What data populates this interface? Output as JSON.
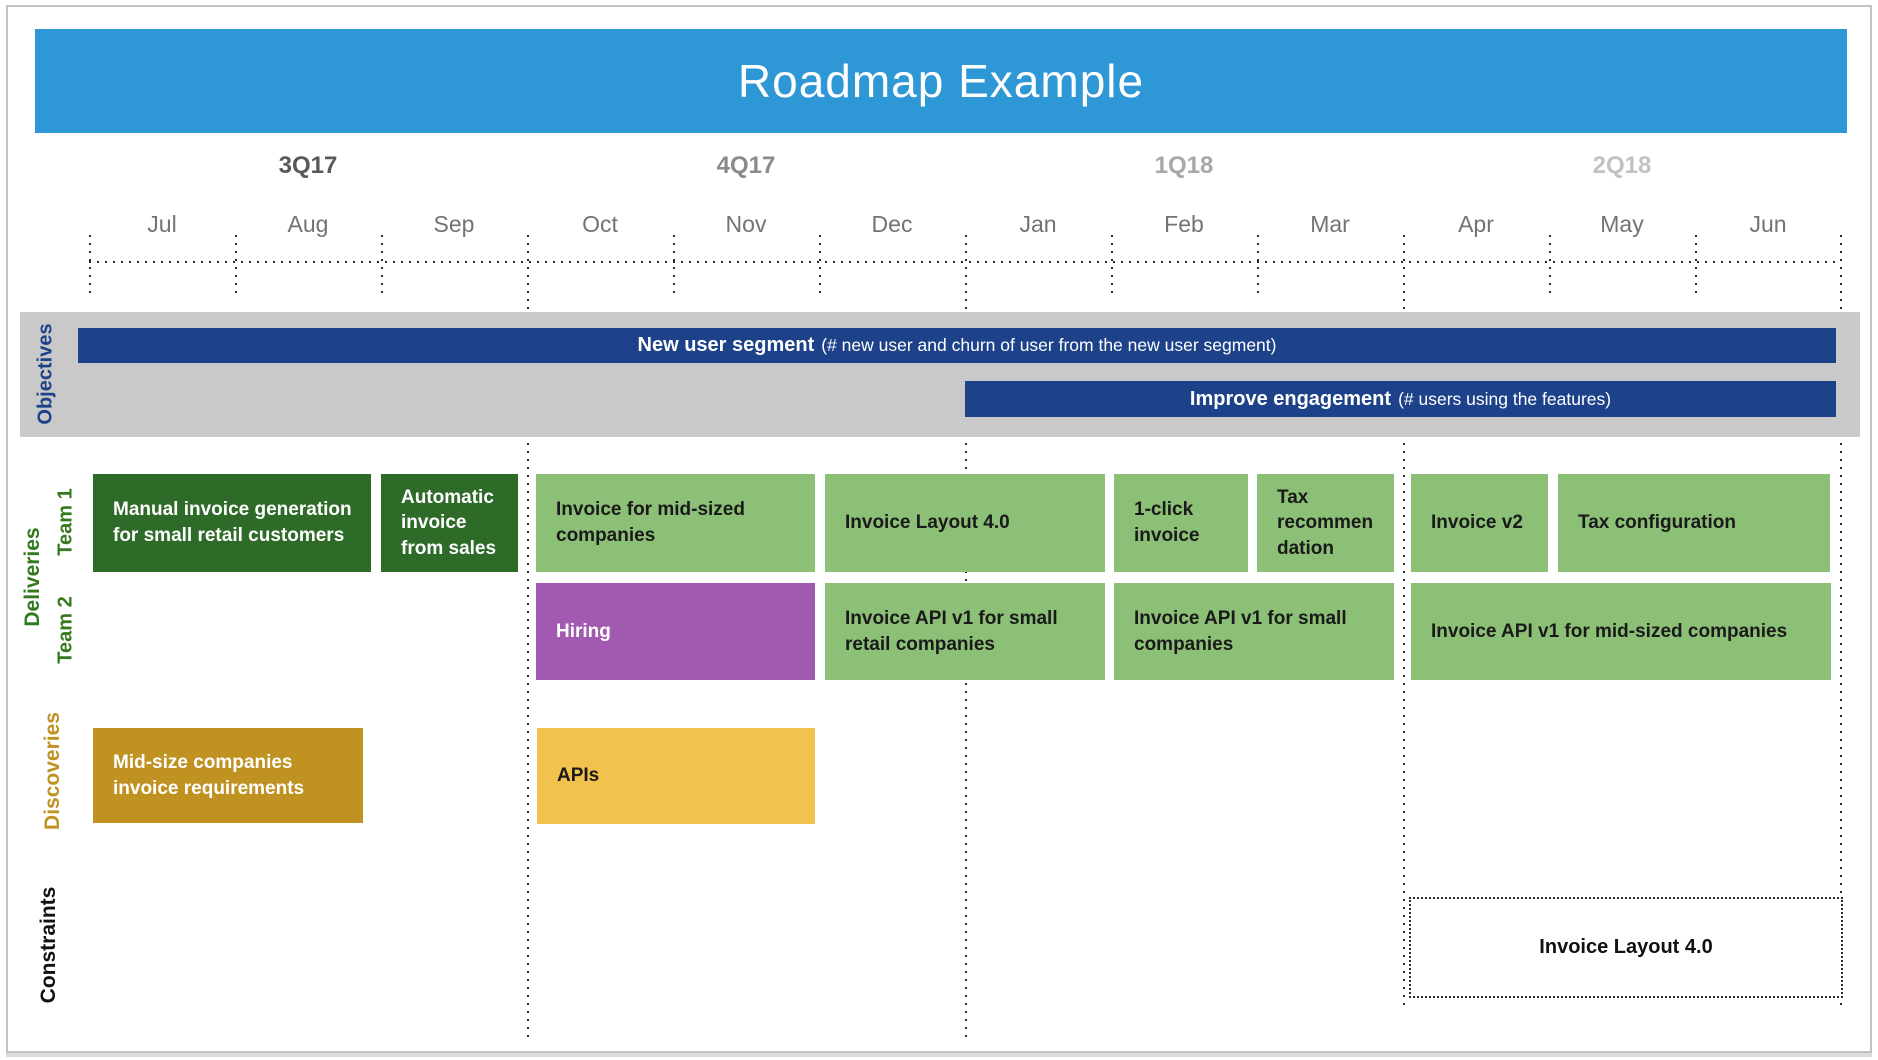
{
  "page_title": "Roadmap Example",
  "colors": {
    "header_blue": "#2e97d6",
    "objective_navy": "#1e4289",
    "objectives_band_gray": "#c9c9c9",
    "delivery_dark_green": "#2e6b28",
    "delivery_light_green": "#8dc077",
    "hiring_purple": "#a259b0",
    "discovery_dark_gold": "#bf9222",
    "discovery_light_gold": "#f2c14e",
    "row_label_green": "#35791f",
    "quarter_label_colors": [
      "#595959",
      "#8a8a8a",
      "#a8a8a8",
      "#c2c2c2"
    ]
  },
  "timeline": {
    "quarters": [
      {
        "label": "3Q17"
      },
      {
        "label": "4Q17"
      },
      {
        "label": "1Q18"
      },
      {
        "label": "2Q18"
      }
    ],
    "months": [
      "Jul",
      "Aug",
      "Sep",
      "Oct",
      "Nov",
      "Dec",
      "Jan",
      "Feb",
      "Mar",
      "Apr",
      "May",
      "Jun"
    ]
  },
  "objectives": {
    "label": "Objectives",
    "bars": [
      {
        "title": "New user segment",
        "metric": "(# new user and churn of user from the new user segment)"
      },
      {
        "title": "Improve engagement",
        "metric": "(# users using the features)"
      }
    ]
  },
  "deliveries": {
    "label": "Deliveries",
    "team1": {
      "label": "Team 1",
      "boxes": [
        {
          "label": "Manual invoice generation  for small retail customers"
        },
        {
          "label": "Automatic invoice from sales"
        },
        {
          "label": "Invoice for mid-sized companies"
        },
        {
          "label": "Invoice Layout 4.0"
        },
        {
          "label": "1-click invoice"
        },
        {
          "label": "Tax recommen dation"
        },
        {
          "label": "Invoice v2"
        },
        {
          "label": "Tax configuration"
        }
      ]
    },
    "team2": {
      "label": "Team 2",
      "boxes": [
        {
          "label": "Hiring"
        },
        {
          "label": "Invoice API v1 for small retail companies"
        },
        {
          "label": "Invoice API v1 for small companies"
        },
        {
          "label": "Invoice API v1 for mid-sized companies"
        }
      ]
    }
  },
  "discoveries": {
    "label": "Discoveries",
    "boxes": [
      {
        "label": "Mid-size companies invoice requirements"
      },
      {
        "label": "APIs"
      }
    ]
  },
  "constraints": {
    "label": "Constraints",
    "boxes": [
      {
        "label": "Invoice Layout 4.0"
      }
    ]
  }
}
